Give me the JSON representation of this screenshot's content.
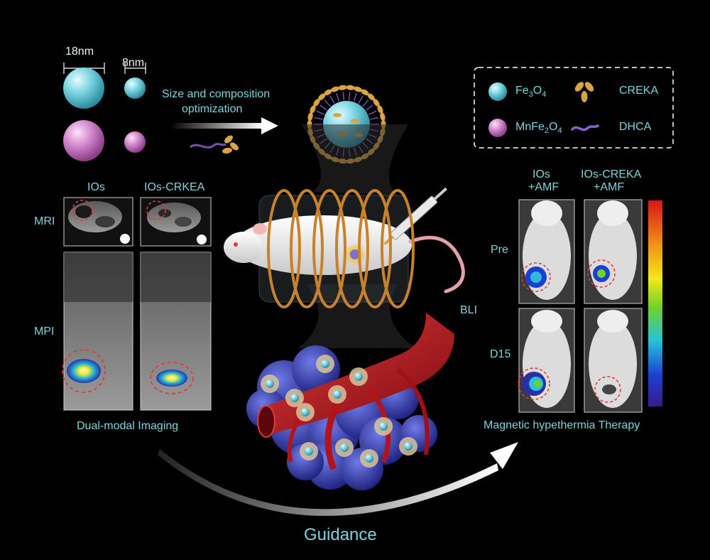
{
  "sizes": {
    "large": "18nm",
    "small": "8nm"
  },
  "arrow_text": {
    "line1": "Size and composition",
    "line2": "optimization"
  },
  "legend": {
    "fe3o4": {
      "base": "Fe",
      "sub1": "3",
      "mid": "O",
      "sub2": "4"
    },
    "mnfe2o4": {
      "base": "MnFe",
      "sub1": "2",
      "mid": "O",
      "sub2": "4"
    },
    "creka": "CREKA",
    "dhca": "DHCA"
  },
  "imaging": {
    "col1": "IOs",
    "col2": "IOs-CRKEA",
    "row_mri": "MRI",
    "row_mpi": "MPI",
    "caption": "Dual-modal Imaging"
  },
  "therapy": {
    "col1_l1": "IOs",
    "col1_l2": "+AMF",
    "col2_l1": "IOs-CREKA",
    "col2_l2": "+AMF",
    "row_pre": "Pre",
    "row_d15": "D15",
    "bli": "BLI",
    "caption": "Magnetic hypethermia Therapy"
  },
  "guidance": "Guidance",
  "colors": {
    "text": "#7fd3dc",
    "fe3o4": "#7fd6e3",
    "mnfe2o4": "#d78cd0",
    "creka": "#d9a441",
    "dhca": "#7a4fb0",
    "coil": "#c9822b",
    "vessel": "#b3141c",
    "tumor": "#2a2fa8"
  }
}
